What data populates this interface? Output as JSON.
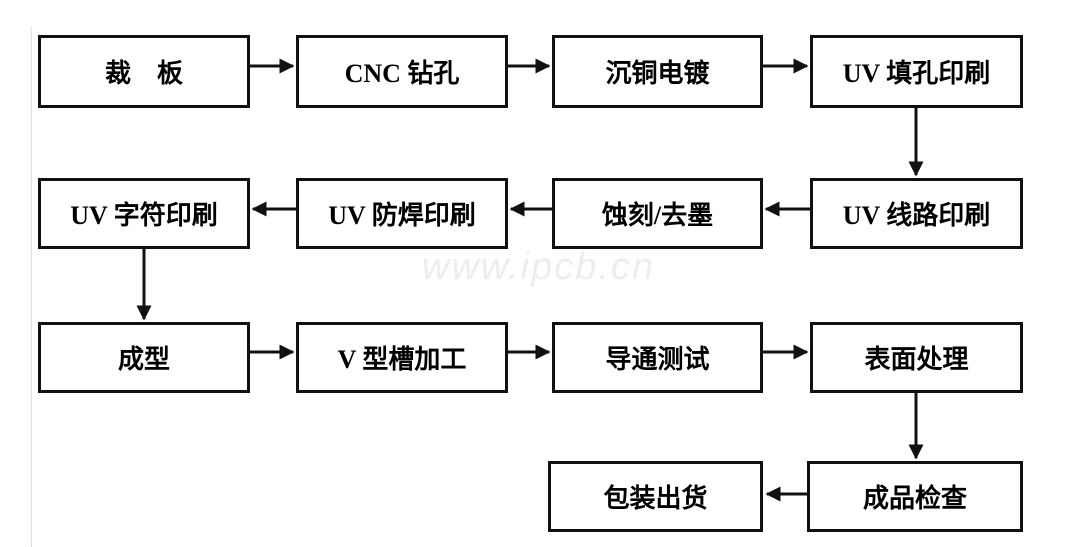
{
  "watermark": {
    "text": "www.ipcb.cn"
  },
  "colors": {
    "background": "#ffffff",
    "box_border": "#111111",
    "arrow": "#111111",
    "text": "#000000",
    "watermark": "#ededed",
    "guide_line": "#c9c9c9"
  },
  "diagram": {
    "type": "flowchart",
    "nodes": [
      {
        "id": "cut-panel",
        "label": "裁　板"
      },
      {
        "id": "cnc-drilling",
        "label": "CNC 钻孔"
      },
      {
        "id": "electroless-copper-plating",
        "label": "沉铜电镀"
      },
      {
        "id": "uv-hole-plugging-print",
        "label": "UV 填孔印刷"
      },
      {
        "id": "uv-legend-print",
        "label": "UV 字符印刷"
      },
      {
        "id": "uv-solder-mask-print",
        "label": "UV 防焊印刷"
      },
      {
        "id": "etching-ink-stripping",
        "label": "蚀刻/去墨"
      },
      {
        "id": "uv-circuit-print",
        "label": "UV 线路印刷"
      },
      {
        "id": "forming",
        "label": "成型"
      },
      {
        "id": "v-groove-machining",
        "label": "V 型槽加工"
      },
      {
        "id": "continuity-test",
        "label": "导通测试"
      },
      {
        "id": "surface-finishing",
        "label": "表面处理"
      },
      {
        "id": "packing-shipping",
        "label": "包装出货"
      },
      {
        "id": "final-inspection",
        "label": "成品检查"
      }
    ],
    "edges": [
      {
        "from": "cut-panel",
        "to": "cnc-drilling"
      },
      {
        "from": "cnc-drilling",
        "to": "electroless-copper-plating"
      },
      {
        "from": "electroless-copper-plating",
        "to": "uv-hole-plugging-print"
      },
      {
        "from": "uv-hole-plugging-print",
        "to": "uv-circuit-print"
      },
      {
        "from": "uv-circuit-print",
        "to": "etching-ink-stripping"
      },
      {
        "from": "etching-ink-stripping",
        "to": "uv-solder-mask-print"
      },
      {
        "from": "uv-solder-mask-print",
        "to": "uv-legend-print"
      },
      {
        "from": "uv-legend-print",
        "to": "forming"
      },
      {
        "from": "forming",
        "to": "v-groove-machining"
      },
      {
        "from": "v-groove-machining",
        "to": "continuity-test"
      },
      {
        "from": "continuity-test",
        "to": "surface-finishing"
      },
      {
        "from": "surface-finishing",
        "to": "final-inspection"
      },
      {
        "from": "final-inspection",
        "to": "packing-shipping"
      }
    ]
  }
}
